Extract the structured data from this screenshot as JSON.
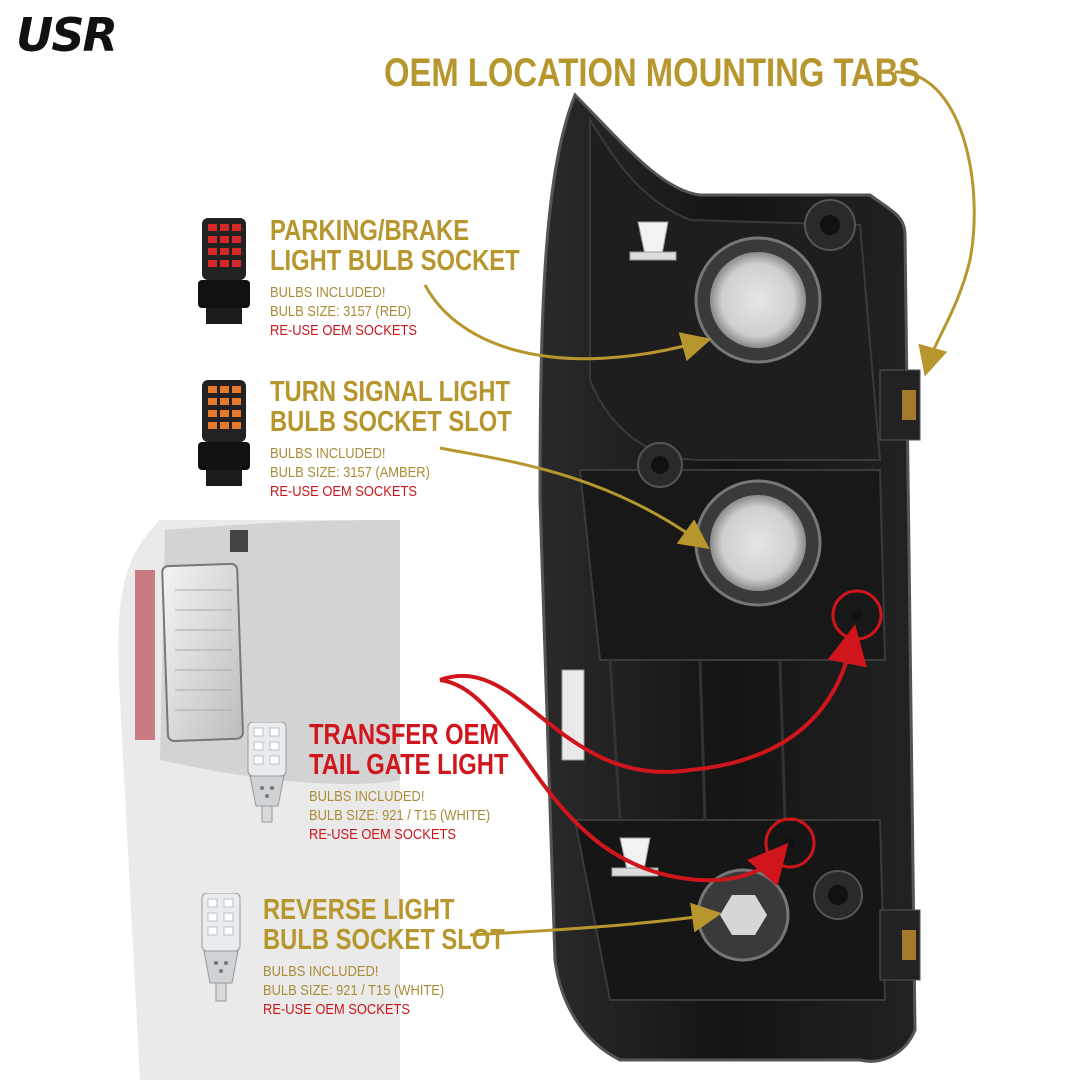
{
  "brand": {
    "logo_text": "USR"
  },
  "main_callout": {
    "title": "OEM LOCATION MOUNTING TABS"
  },
  "callouts": [
    {
      "title_line1": "PARKING/BRAKE",
      "title_line2": "LIGHT BULB SOCKET",
      "line1": "BULBS INCLUDED!",
      "line2": "BULB SIZE: 3157 (RED)",
      "line3": "RE-USE OEM SOCKETS"
    },
    {
      "title_line1": "TURN SIGNAL LIGHT",
      "title_line2": "BULB SOCKET SLOT",
      "line1": "BULBS INCLUDED!",
      "line2": "BULB SIZE: 3157 (AMBER)",
      "line3": "RE-USE OEM SOCKETS"
    },
    {
      "title_line1": "TRANSFER OEM",
      "title_line2": "TAIL GATE LIGHT",
      "line1": "BULBS INCLUDED!",
      "line2": "BULB SIZE: 921 / T15 (WHITE)",
      "line3": "RE-USE OEM SOCKETS"
    },
    {
      "title_line1": "REVERSE LIGHT",
      "title_line2": "BULB SOCKET SLOT",
      "line1": "BULBS INCLUDED!",
      "line2": "BULB SIZE: 921 / T15 (WHITE)",
      "line3": "RE-USE OEM SOCKETS"
    }
  ],
  "colors": {
    "gold": "#b8962e",
    "red": "#d0161c",
    "housing": "#1a1a1a"
  }
}
